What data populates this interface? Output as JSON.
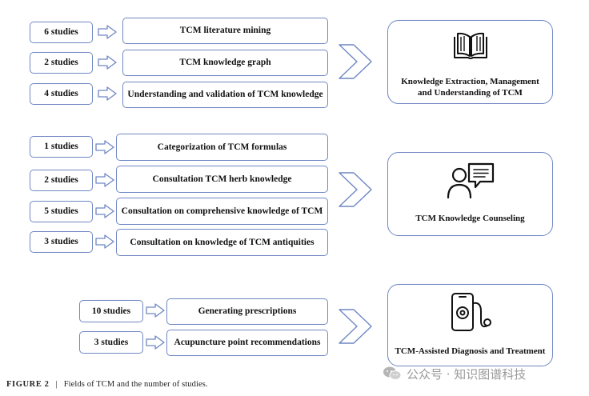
{
  "groups": [
    {
      "rows": [
        {
          "count": "6 studies",
          "label": "TCM literature mining"
        },
        {
          "count": "2 studies",
          "label": "TCM knowledge graph"
        },
        {
          "count": "4 studies",
          "label": "Understanding and validation of TCM knowledge"
        }
      ],
      "target": "Knowledge Extraction, Management and Understanding of TCM",
      "icon": "open-book-icon"
    },
    {
      "rows": [
        {
          "count": "1 studies",
          "label": "Categorization of TCM formulas"
        },
        {
          "count": "2 studies",
          "label": "Consultation TCM herb knowledge"
        },
        {
          "count": "5 studies",
          "label": "Consultation on comprehensive knowledge of TCM"
        },
        {
          "count": "3 studies",
          "label": "Consultation on knowledge of TCM antiquities"
        }
      ],
      "target": "TCM Knowledge Counseling",
      "icon": "person-chat-icon"
    },
    {
      "rows": [
        {
          "count": "10 studies",
          "label": "Generating prescriptions"
        },
        {
          "count": "3 studies",
          "label": "Acupuncture point recommendations"
        }
      ],
      "target": "TCM-Assisted Diagnosis and Treatment",
      "icon": "phone-stethoscope-icon"
    }
  ],
  "caption": {
    "figure": "FIGURE 2",
    "separator": "|",
    "text": "Fields of TCM and the number of studies."
  },
  "watermark": {
    "text": "公众号 · 知识图谱科技",
    "icon": "wechat-icon"
  },
  "colors": {
    "border": "#6f87c4",
    "arrow": "#6f87c4",
    "text": "#111111"
  }
}
